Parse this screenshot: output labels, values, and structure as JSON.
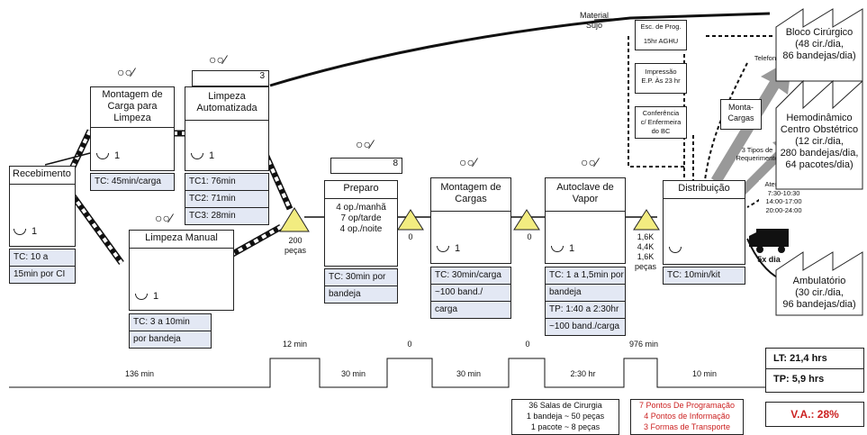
{
  "material_sujo": [
    "Material",
    "Sujo"
  ],
  "processes": {
    "recebimento": {
      "title": "Recebimento",
      "operators": "1",
      "data": [
        "TC: 10 a",
        "15min por CI"
      ]
    },
    "montagem_carga": {
      "title": "Montagem de Carga para Limpeza",
      "operators": "1",
      "data": [
        "TC: 45min/carga"
      ]
    },
    "limpeza_auto": {
      "title": "Limpeza Automatizada",
      "operators": "1",
      "count": "3",
      "data": [
        "TC1: 76min",
        "TC2: 71min",
        "TC3: 28min"
      ]
    },
    "limpeza_manual": {
      "title": "Limpeza Manual",
      "operators": "1",
      "data": [
        "TC: 3 a 10min",
        "por bandeja"
      ]
    },
    "preparo": {
      "title": "Preparo",
      "ops": [
        "4 op./manhã",
        "7 op/tarde",
        "4 op./noite"
      ],
      "count": "8",
      "data": [
        "TC: 30min por",
        "bandeja"
      ]
    },
    "montagem_cargas": {
      "title": "Montagem de Cargas",
      "operators": "1",
      "data": [
        "TC: 30min/carga",
        "~100 band./",
        "carga"
      ]
    },
    "autoclave": {
      "title": "Autoclave de Vapor",
      "operators": "1",
      "data": [
        "TC: 1 a 1,5min por",
        "bandeja",
        "TP: 1:40 a 2:30hr",
        "~100 band./carga"
      ]
    },
    "distribuicao": {
      "title": "Distribuição",
      "data": [
        "TC: 10min/kit"
      ]
    }
  },
  "inventories": {
    "inv1": [
      "200",
      "peças"
    ],
    "inv2": "0",
    "inv3": "0",
    "inv4": [
      "1,6K",
      "4,4K",
      "1,6K",
      "peças"
    ]
  },
  "info_boxes": {
    "esc": [
      "Esc. de Prog.",
      "15hr AGHU"
    ],
    "impressao": [
      "Impressão",
      "E.P. Às 23 hr"
    ],
    "conferencia": [
      "Conferência",
      "c/ Enfermeira",
      "do BC"
    ],
    "monta": [
      "Monta-",
      "Cargas"
    ]
  },
  "labels": {
    "telefone": "Telefone",
    "tipos": [
      "3 Tipos de",
      "Requerimento"
    ],
    "atendimento": [
      "Atendimento",
      "7:30-10:30",
      "14:00-17:00",
      "20:00-24:00"
    ],
    "freq": "5x dia"
  },
  "customers": {
    "bloco": [
      "Bloco Cirúrgico",
      "(48 cir./dia,",
      "86 bandejas/dia)"
    ],
    "hemo": [
      "Hemodinâmico",
      "Centro Obstétrico",
      "(12 cir./dia,",
      "280 bandejas/dia,",
      "64 pacotes/dia)"
    ],
    "ambulatorio": [
      "Ambulatório",
      "(30 cir./dia,",
      "96 bandejas/dia)"
    ]
  },
  "timeline": {
    "waits": [
      "12 min",
      "0",
      "0",
      "976 min"
    ],
    "values": [
      "136 min",
      "30 min",
      "30 min",
      "2:30 hr",
      "10 min"
    ]
  },
  "summary": {
    "lt": "LT: 21,4 hrs",
    "tp": "TP: 5,9 hrs",
    "va": "V.A.: 28%"
  },
  "notes_black": [
    "36 Salas de Cirurgia",
    "1 bandeja ~ 50 peças",
    "1 pacote ~ 8 peças"
  ],
  "notes_red": [
    "7 Pontos De Programação",
    "4 Pontos de Informação",
    "3 Formas de Transporte"
  ],
  "colors": {
    "data_box": "#e3e8f4",
    "inventory": "#f2ec80",
    "red": "#cc2222",
    "arrow": "#999999"
  }
}
